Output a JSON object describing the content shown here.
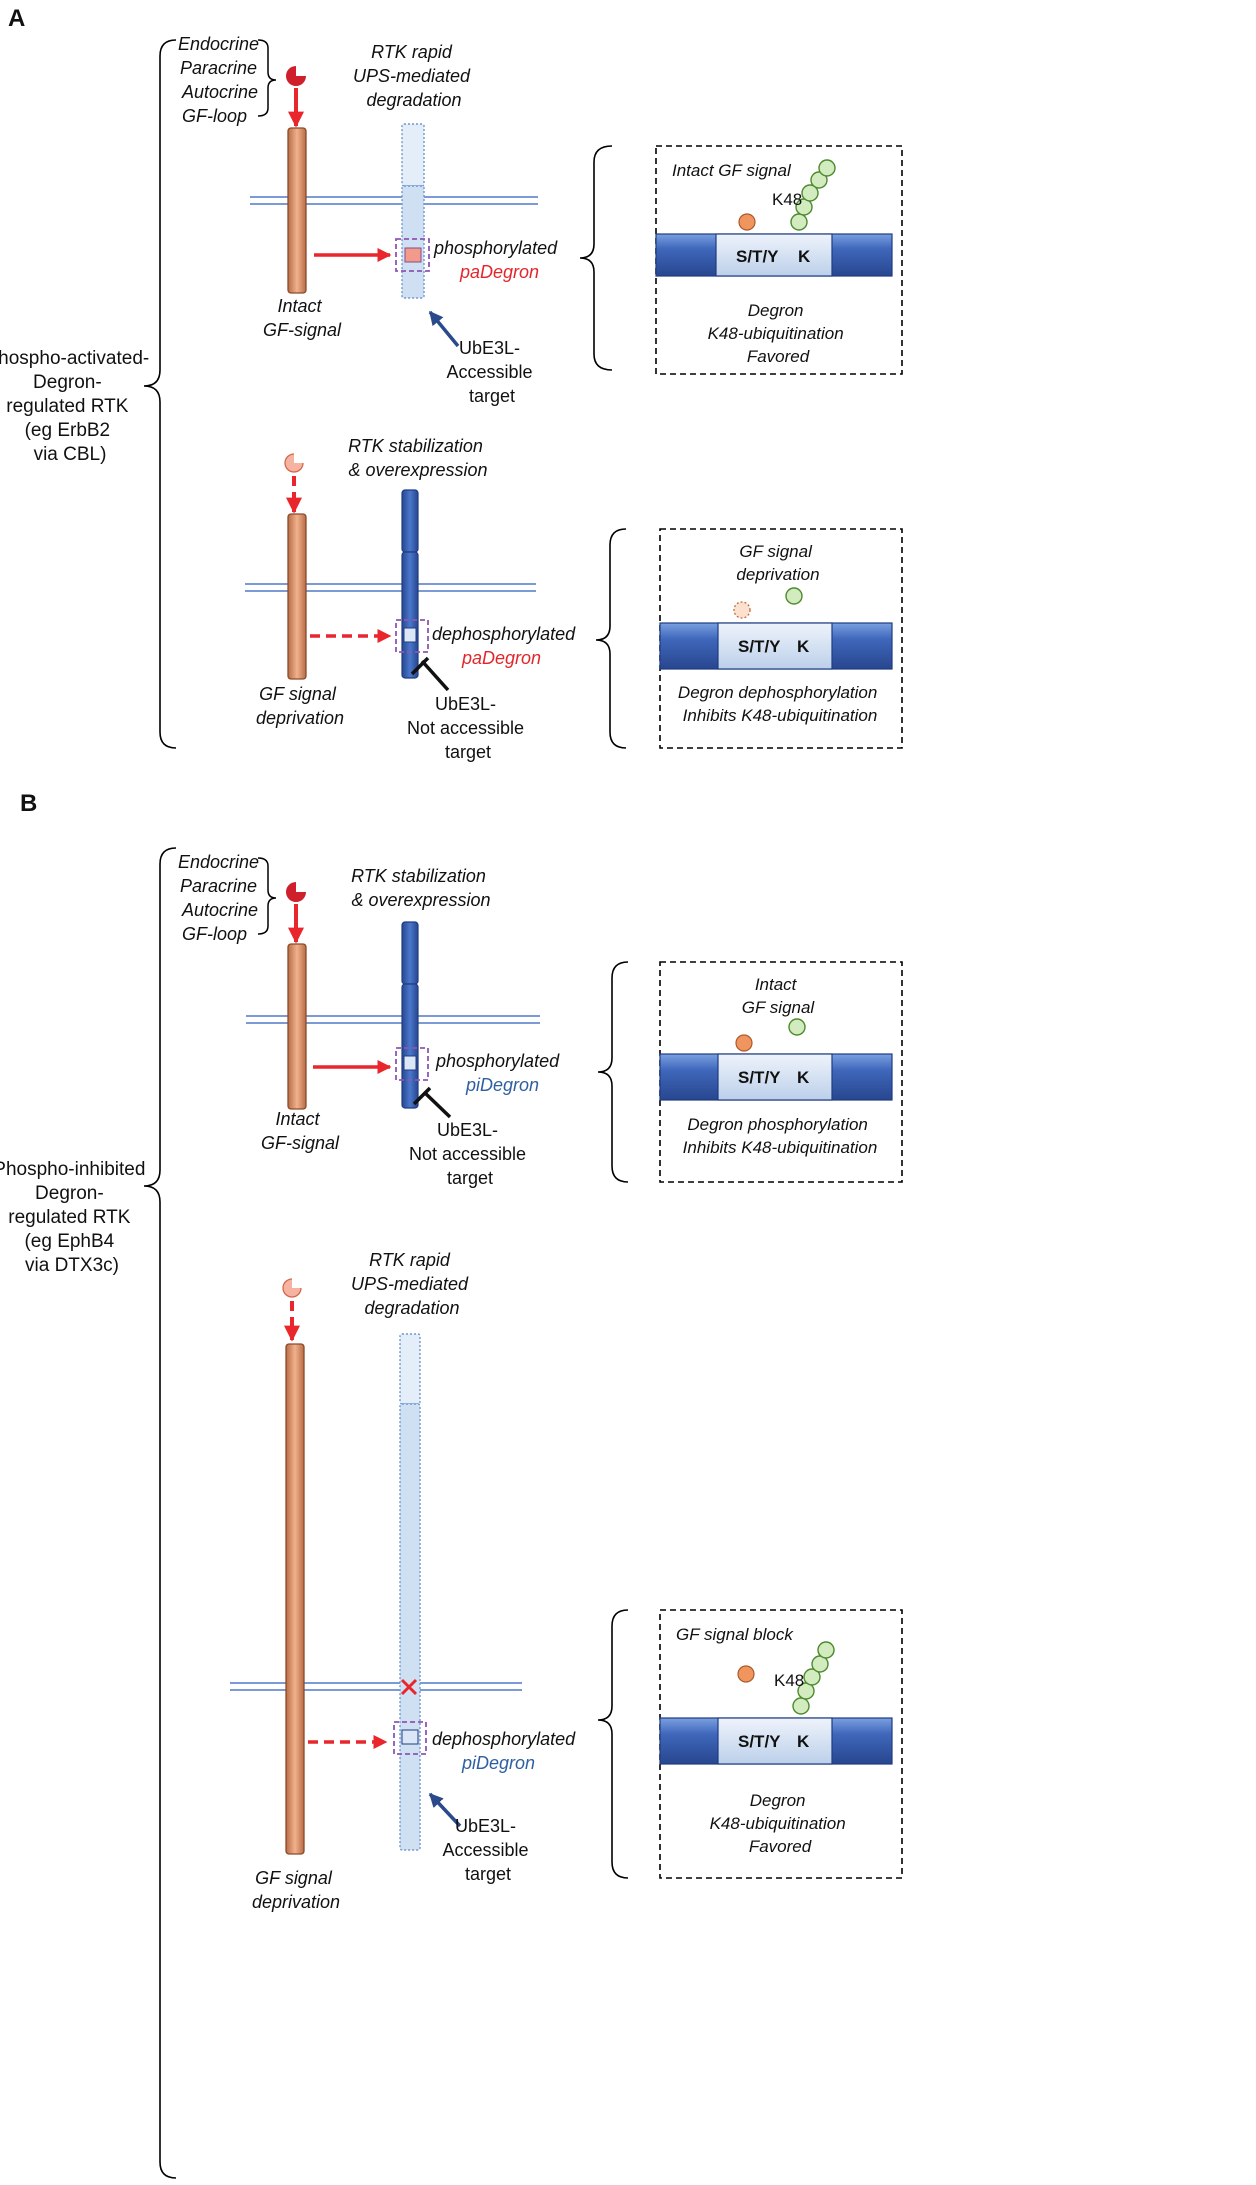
{
  "panel_a": {
    "letter": "A",
    "side_label": [
      "Phospho-activated-",
      "Degron-",
      "regulated RTK",
      "(eg ErbB2",
      "via CBL)"
    ],
    "ligand_sources": [
      "Endocrine",
      "Paracrine",
      "Autocrine",
      "GF-loop"
    ],
    "top": {
      "rtk_caption": [
        "RTK rapid",
        "UPS-mediated",
        "degradation"
      ],
      "receptor_caption": [
        "Intact",
        "GF-signal"
      ],
      "degron_state": "phosphorylated",
      "degron_name": "paDegron",
      "e3_label": [
        "UbE3L-",
        "Accessible",
        "target"
      ],
      "box": {
        "status": "Intact GF signal",
        "k48": "K48",
        "residues": "S/T/Y",
        "lysine": "K",
        "outcome": [
          "Degron",
          "K48-ubiquitination",
          "Favored"
        ]
      }
    },
    "bottom": {
      "rtk_caption": [
        "RTK stabilization",
        "& overexpression"
      ],
      "receptor_caption": [
        "GF signal",
        "deprivation"
      ],
      "degron_state": "dephosphorylated",
      "degron_name": "paDegron",
      "e3_label": [
        "UbE3L-",
        "Not accessible",
        "target"
      ],
      "box": {
        "status": [
          "GF signal",
          "deprivation"
        ],
        "residues": "S/T/Y",
        "lysine": "K",
        "outcome": [
          "Degron dephosphorylation",
          "Inhibits K48-ubiquitination"
        ]
      }
    }
  },
  "panel_b": {
    "letter": "B",
    "side_label": [
      "Phospho-inhibited",
      "Degron-",
      "regulated RTK",
      "(eg EphB4",
      "via DTX3c)"
    ],
    "ligand_sources": [
      "Endocrine",
      "Paracrine",
      "Autocrine",
      "GF-loop"
    ],
    "top": {
      "rtk_caption": [
        "RTK stabilization",
        "& overexpression"
      ],
      "receptor_caption": [
        "Intact",
        "GF-signal"
      ],
      "degron_state": "phosphorylated",
      "degron_name": "piDegron",
      "e3_label": [
        "UbE3L-",
        "Not accessible",
        "target"
      ],
      "box": {
        "status": [
          "Intact",
          "GF signal"
        ],
        "residues": "S/T/Y",
        "lysine": "K",
        "outcome": [
          "Degron phosphorylation",
          "Inhibits K48-ubiquitination"
        ]
      }
    },
    "bottom": {
      "rtk_caption": [
        "RTK rapid",
        "UPS-mediated",
        "degradation"
      ],
      "receptor_caption": [
        "GF signal",
        "deprivation"
      ],
      "degron_state": "dephosphorylated",
      "degron_name": "piDegron",
      "e3_label": [
        "UbE3L-",
        "Accessible",
        "target"
      ],
      "box": {
        "status": "GF signal block",
        "k48": "K48",
        "residues": "S/T/Y",
        "lysine": "K",
        "outcome": [
          "Degron",
          "K48-ubiquitination",
          "Favored"
        ]
      }
    }
  },
  "colors": {
    "red": "#e8262b",
    "navy": "#2b4a8b",
    "pa_text": "#e3262b",
    "pi_text": "#2f5fa3",
    "receptor_fill": "#d9916c",
    "rtk_dark": "#3a64b8",
    "rtk_light": "#d6e4f4",
    "membrane": "#7c9bd6",
    "ub_green": "#d2ecc0",
    "phospho_orange": "#f0955e",
    "degron_box": "#8e55b6"
  }
}
